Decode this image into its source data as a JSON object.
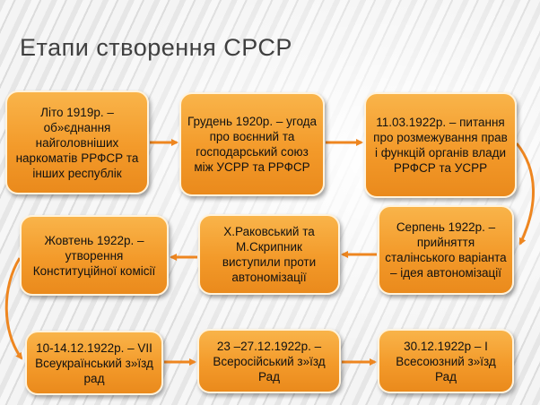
{
  "title": "Етапи створення СРСР",
  "colors": {
    "box_fill": "#f39a2a",
    "arrow": "#ee8620",
    "title": "#3f3f3f"
  },
  "boxes": [
    {
      "id": "b1",
      "text": "Літо 1919р. – об»єднання найголовніших наркоматів РРФСР та інших республік"
    },
    {
      "id": "b2",
      "text": "Грудень 1920р. – угода про воєнний та господарський союз між УСРР та РРФСР"
    },
    {
      "id": "b3",
      "text": "11.03.1922р. – питання про розмежування прав і функцій органів влади РРФСР та УСРР"
    },
    {
      "id": "b4",
      "text": "Серпень 1922р. – прийняття сталінського варіанта – ідея автономізації"
    },
    {
      "id": "b5",
      "text": "Х.Раковський та М.Скрипник виступили проти автономізації"
    },
    {
      "id": "b6",
      "text": "Жовтень 1922р. – утворення Конституційної комісії"
    },
    {
      "id": "b7",
      "text": "10-14.12.1922р. – VII Всеукраїнський з»їзд рад"
    },
    {
      "id": "b8",
      "text": "23 –27.12.1922р. – Всеросійський з»їзд Рад"
    },
    {
      "id": "b9",
      "text": "30.12.1922р – І Всесоюзний з»їзд Рад"
    }
  ]
}
